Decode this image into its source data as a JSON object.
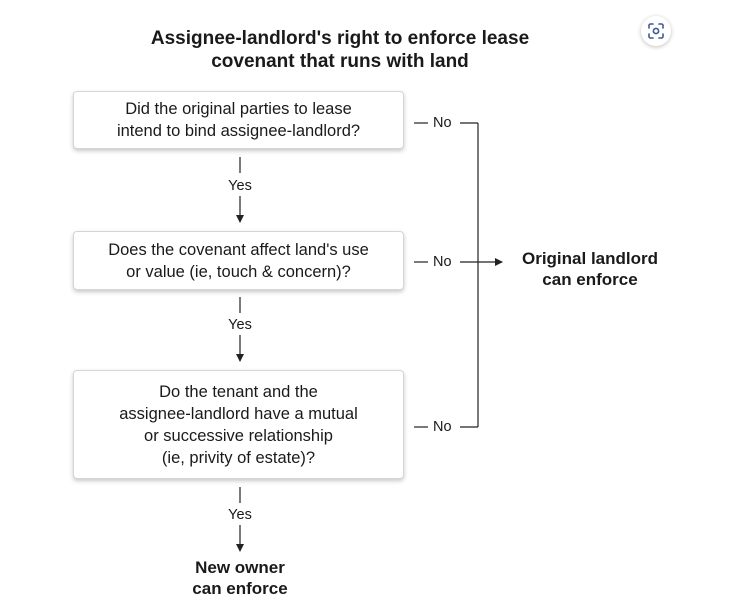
{
  "title": {
    "line1": "Assignee-landlord's right to enforce lease",
    "line2": "covenant that runs with land"
  },
  "questions": [
    {
      "lines": [
        "Did the original parties to lease",
        "intend to bind assignee-landlord?"
      ]
    },
    {
      "lines": [
        "Does the covenant affect land's use",
        "or value (ie, touch & concern)?"
      ]
    },
    {
      "lines": [
        "Do the tenant and the",
        "assignee-landlord have a mutual",
        "or successive relationship",
        "(ie, privity of estate)?"
      ]
    }
  ],
  "yes_label": "Yes",
  "no_label": "No",
  "outcome_no": {
    "line1": "Original landlord",
    "line2": "can enforce"
  },
  "outcome_yes": {
    "line1": "New owner",
    "line2": "can enforce"
  },
  "icons": {
    "scan": "scan-image-icon"
  }
}
